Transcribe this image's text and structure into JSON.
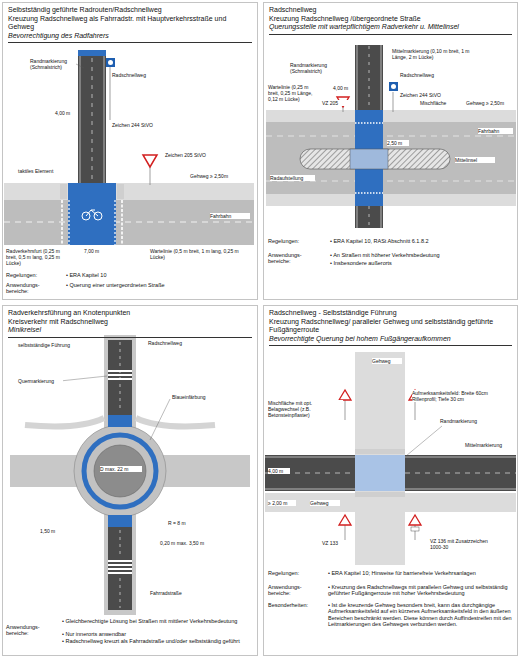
{
  "diagram": {
    "nodes": [
      {
        "text": [
          "Selbstständig geführte Radrouten/Radschnellweg",
          "Kreuzung Radschnellweg als Fahrradstr. mit Hauptverkehrsstraße und Gehweg",
          "Bevorrechtigung des Radfahrers"
        ]
      },
      {
        "text": [
          "Radschnellweg",
          "Kreuzung Radschnellweg /übergeordnete Straße",
          "Querungsstelle mit wartepflichtigem Radverkehr u. Mittelinsel"
        ]
      },
      {
        "text": [
          "Radverkehrsführung an Knotenpunkten",
          "Kreisverkehr mit Radschnellweg",
          "Minikreisel"
        ]
      },
      {
        "text": [
          "Radschnellweg - Selbstständige Führung",
          "Kreuzung Radschnellweg/ paralleler Gehweg und selbstständig geführte Fußgängerroute",
          "Bevorrechtigte Querung bei hohem Fußgängeraufkommen"
        ]
      }
    ],
    "labels": [
      "Randmarkierung (Schmalstrich)",
      "Radschnellweg",
      "4,00 m",
      "Zeichen 244 StVO",
      "taktiles Element",
      "Zeichen 205 StVO",
      "Gehweg ≥ 2,50m",
      "Fahrbahn",
      "Radverkehrsfurt (0,25 m breit, 0,5 m lang, 0,25 m Lücke)",
      "7,00 m",
      "Wartelinie (0,5 m breit, 1 m lang, 0,25 m Lücke)",
      "Regelungen:",
      "• ERA Kapitel 10",
      "Anwendungs- bereiche:",
      "• Querung einer untergeordneten Straße",
      "Mittelmarkierung (0,10 m breit, 1 m Länge, 2 m Lücke)",
      "Randmarkierung (Schmalstrich)",
      "Radschnellweg",
      "4,00 m",
      "Zeichen 244 StVO",
      "VZ 205",
      "Wartelinie (0,25 m breit, 0,25 m Länge, 0,12 m Lücke)",
      "Mischfläche",
      "Gehweg ≥ 2,50m",
      "Radaufstellung",
      "Fahrbahn",
      "Mittelinsel",
      "2,50 m",
      "Regelungen:",
      "• ERA Kapitel 10, RASt Abschnitt 6.1.8.2",
      "Anwendungs- bereiche:",
      "• An Straßen mit höherer Verkehrsbedeutung",
      "• Insbesondere außerorts",
      "selbstständige Führung",
      "Radschnellweg",
      "Quermarkierung",
      "Blaueinfärbung",
      "D max. 22 m",
      "1,50 m",
      "R = 8 m",
      "0,20 m max. 3,50 m",
      "Fahrradstraße",
      "Anwendungs- bereiche:",
      "• Gleichberechtigte Lösung bei Straßen mit mittlerer Verkehrsbedeutung",
      "• Nur innerorts anwendbar",
      "• Radschnellweg kreuzt als Fahrradstraße und/oder selbstständig geführt",
      "Gehweg",
      "Aufmerksamkeitsfeld: Breite 60cm Rillenprofil; Tiefe 30 cm",
      "Randmarkierung",
      "Mischfläche mit opt. Belagwechsel (z.B. Betonsteinpflaster)",
      "Mittelmarkierung",
      "4,00 m",
      "≥ 2,00 m",
      "Gehweg",
      "VZ 133",
      "VZ 136 mit Zusatzzeichen 1000-30",
      "Regelungen:",
      "• ERA Kapitel 10; Hinweise für barrierefreie Verkehrsanlagen",
      "Anwendungs- bereiche:",
      "• Kreuzung des Radschnellwegs mit parallelen Gehweg und selbstständig geführter Fußgängerroute mit hoher Verkehrsbedeutung",
      "Besonderheiten:",
      "• Ist die kreuzende Gehweg besonders breit, kann das durchgängige Aufmerksamkeitsfeld auf ein kürzeres Aufmerksamkeitsfeld in den äußeren Bereichen beschränkt werden. Diese können durch Auffindestreifen mit den Leitmarkierungen des Gehweges verbunden werden."
    ]
  }
}
